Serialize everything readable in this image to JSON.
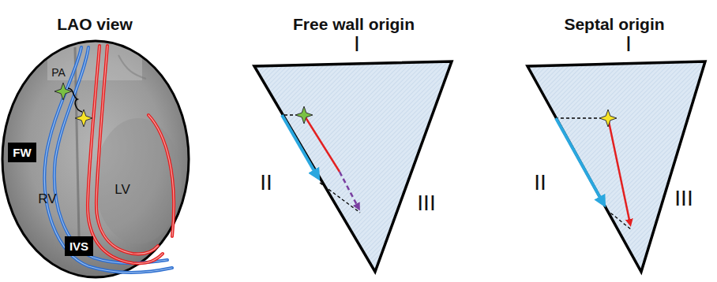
{
  "diagram": {
    "nodes": [
      {
        "text": [
          "FW"
        ]
      },
      {
        "text": [
          "IVS"
        ]
      }
    ],
    "labels": [
      "LAO view",
      "Free wall origin",
      "Septal origin",
      "PA",
      "RV",
      "LV",
      "I",
      "II",
      "III",
      "I",
      "II",
      "III"
    ]
  }
}
